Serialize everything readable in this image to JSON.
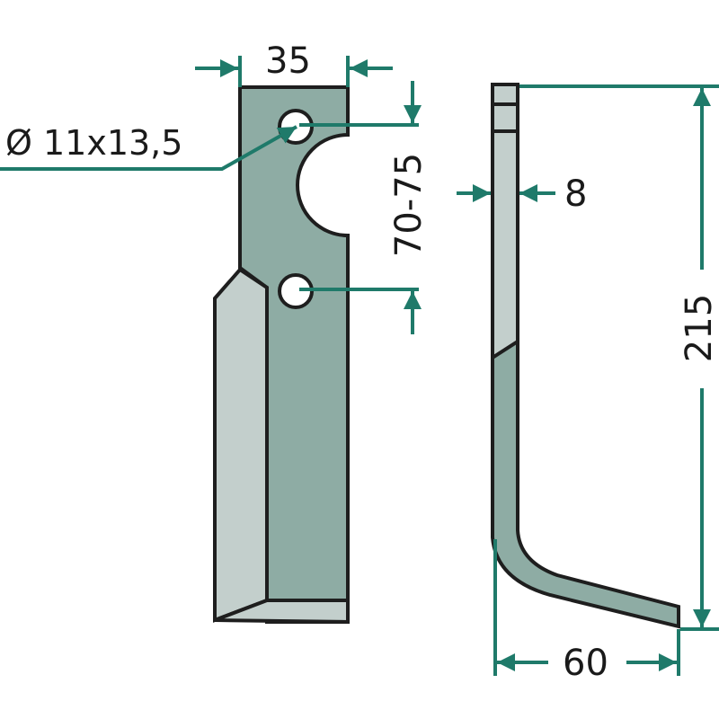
{
  "diagram": {
    "subject": "rotary tiller blade",
    "views": [
      "front-view",
      "side-view"
    ],
    "colors": {
      "dimension_line": "#1f7a6a",
      "outline": "#1e1e1e",
      "body_fill": "#8eaca4",
      "bevel_fill": "#c3cfcc",
      "background": "#ffffff"
    }
  },
  "dimensions": {
    "width": {
      "label": "35",
      "unit": "mm"
    },
    "hole_diameter": {
      "label": "Ø 11x13,5",
      "unit": "mm"
    },
    "hole_spacing": {
      "label": "70-75",
      "unit": "mm"
    },
    "thickness": {
      "label": "8",
      "unit": "mm"
    },
    "length": {
      "label": "215",
      "unit": "mm"
    },
    "bend_offset": {
      "label": "60",
      "unit": "mm"
    }
  }
}
